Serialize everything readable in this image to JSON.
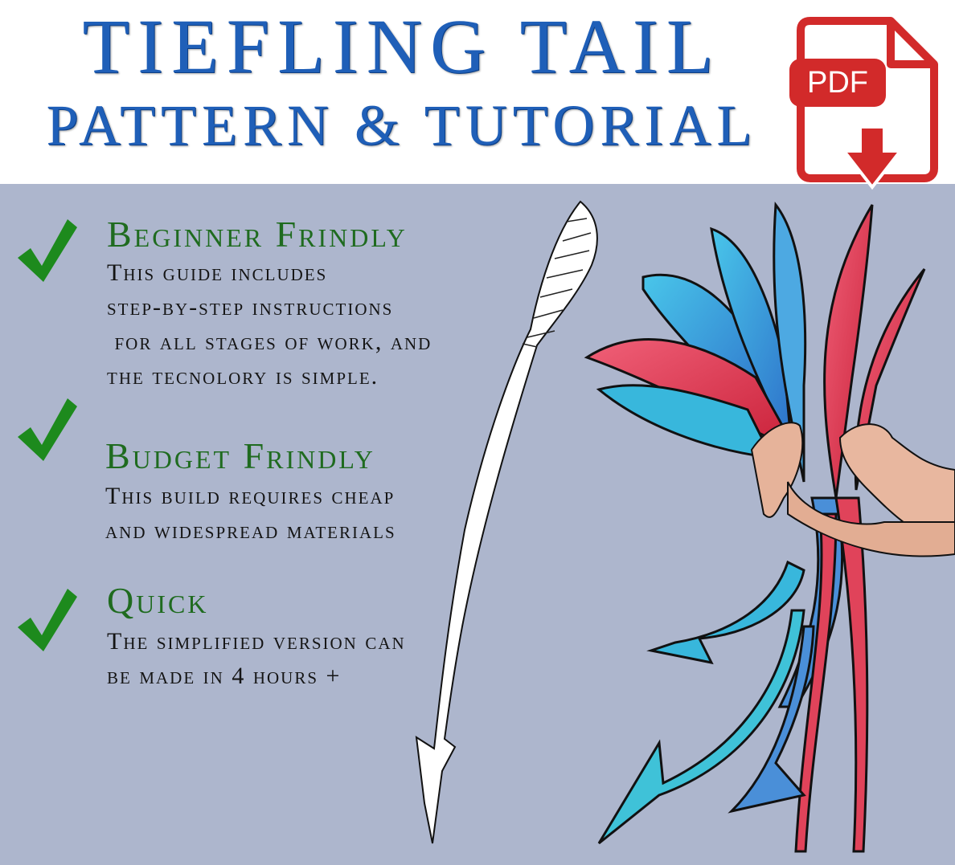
{
  "header": {
    "title_line1": "TIEFLING TAIL",
    "title_line2": "PATTERN & TUTORIAL",
    "pdf_badge": "PDF"
  },
  "features": [
    {
      "title": "Beginner Frindly",
      "lines": [
        "This guide includes",
        "step-by-step instructions",
        " for all stages of work, and",
        "the tecnolory is simple."
      ]
    },
    {
      "title": "Budget Frindly",
      "lines": [
        "This build requires cheap",
        "and widespread materials"
      ]
    },
    {
      "title": "Quick",
      "lines": [
        "The simplified version can",
        "be made in 4 hours +"
      ]
    }
  ],
  "colors": {
    "title_blue": "#1f5fb8",
    "panel_bg": "#adb6cd",
    "check_green": "#1d8a1d",
    "feature_title_green": "#1f6b1f",
    "pdf_red": "#d22a2a",
    "tail_red": "#e0435a",
    "tail_blue": "#3ab2e0"
  },
  "icons": {
    "check": "check-mark-icon",
    "pdf": "pdf-download-icon",
    "pattern": "tail-pattern-outline",
    "photo": "tails-in-hands-photo"
  }
}
